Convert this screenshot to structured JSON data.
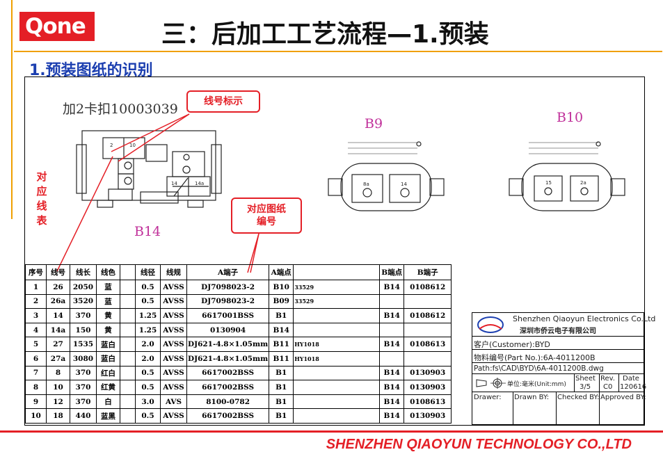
{
  "header": {
    "logo_text": "Qone",
    "title": "三：后加工工艺流程—1.预装",
    "subtitle": "1.预装图纸的识别"
  },
  "drawing": {
    "handwritten_title": "加2卡扣10003039",
    "connectors": {
      "b14": "B14",
      "b9": "B9",
      "b10": "B10"
    },
    "b14_pin_labels": [
      "2",
      "10",
      "14",
      "14a"
    ],
    "b10_pin_labels": [
      "15",
      "2a"
    ],
    "b9_pin_labels": [
      "8a",
      "14"
    ]
  },
  "callouts": {
    "wire_number_label": "线号标示",
    "drawing_number_label": [
      "对应图纸",
      "编号"
    ],
    "wire_table_label": [
      "对",
      "应",
      "线",
      "表"
    ]
  },
  "wire_table": {
    "headers": [
      "序号",
      "线号",
      "线长",
      "线色",
      "线径",
      "线规",
      "A端子",
      "A端点",
      "",
      "B端点",
      "B端子"
    ],
    "rows": [
      [
        "1",
        "26",
        "2050",
        "蓝",
        "0.5",
        "AVSS",
        "DJ7098023-2",
        "B10",
        "33529",
        "B14",
        "0108612"
      ],
      [
        "2",
        "26a",
        "3520",
        "蓝",
        "0.5",
        "AVSS",
        "DJ7098023-2",
        "B09",
        "33529",
        "",
        ""
      ],
      [
        "3",
        "14",
        "370",
        "黄",
        "1.25",
        "AVSS",
        "6617001BSS",
        "B1",
        "",
        "B14",
        "0108612"
      ],
      [
        "4",
        "14a",
        "150",
        "黄",
        "1.25",
        "AVSS",
        "0130904",
        "B14",
        "",
        "",
        ""
      ],
      [
        "5",
        "27",
        "1535",
        "蓝白",
        "2.0",
        "AVSS",
        "DJ621-4.8×1.05mm",
        "B11",
        "HY1018",
        "B14",
        "0108613"
      ],
      [
        "6",
        "27a",
        "3080",
        "蓝白",
        "2.0",
        "AVSS",
        "DJ621-4.8×1.05mm",
        "B11",
        "HY1018",
        "",
        ""
      ],
      [
        "7",
        "8",
        "370",
        "红白",
        "0.5",
        "AVSS",
        "6617002BSS",
        "B1",
        "",
        "B14",
        "0130903"
      ],
      [
        "8",
        "10",
        "370",
        "红黄",
        "0.5",
        "AVSS",
        "6617002BSS",
        "B1",
        "",
        "B14",
        "0130903"
      ],
      [
        "9",
        "12",
        "370",
        "白",
        "3.0",
        "AVS",
        "8100-0782",
        "B1",
        "",
        "B14",
        "0108613"
      ],
      [
        "10",
        "18",
        "440",
        "蓝黑",
        "0.5",
        "AVSS",
        "6617002BSS",
        "B1",
        "",
        "B14",
        "0130903"
      ]
    ]
  },
  "title_block": {
    "company_en": "Shenzhen Qiaoyun Electronics Co.Ltd",
    "company_cn": "深圳市侨云电子有限公司",
    "customer": "客户(Customer):BYD",
    "part_no": "物料编号(Part No.):6A-4011200B",
    "path": "Path:fs\\CAD\\BYD\\6A-4011200B.dwg",
    "unit": "单位:毫米(Unit:mm)",
    "sheet_label": "Sheet",
    "sheet_value": "3/5",
    "rev_label": "Rev.",
    "rev_value": "C0",
    "date_label": "Date",
    "date_value": "120616",
    "drawer": "Drawer:",
    "drawn_by": "Drawn BY:",
    "checked_by": "Checked BY:",
    "approved_by": "Approved BY:"
  },
  "footer": {
    "company": "SHENZHEN QIAOYUN TECHNOLOGY CO.,LTD"
  },
  "colors": {
    "brand_red": "#e41f26",
    "accent_orange": "#f0a000",
    "subtitle_blue": "#1c3fb0",
    "connector_pink": "#c0309a"
  }
}
